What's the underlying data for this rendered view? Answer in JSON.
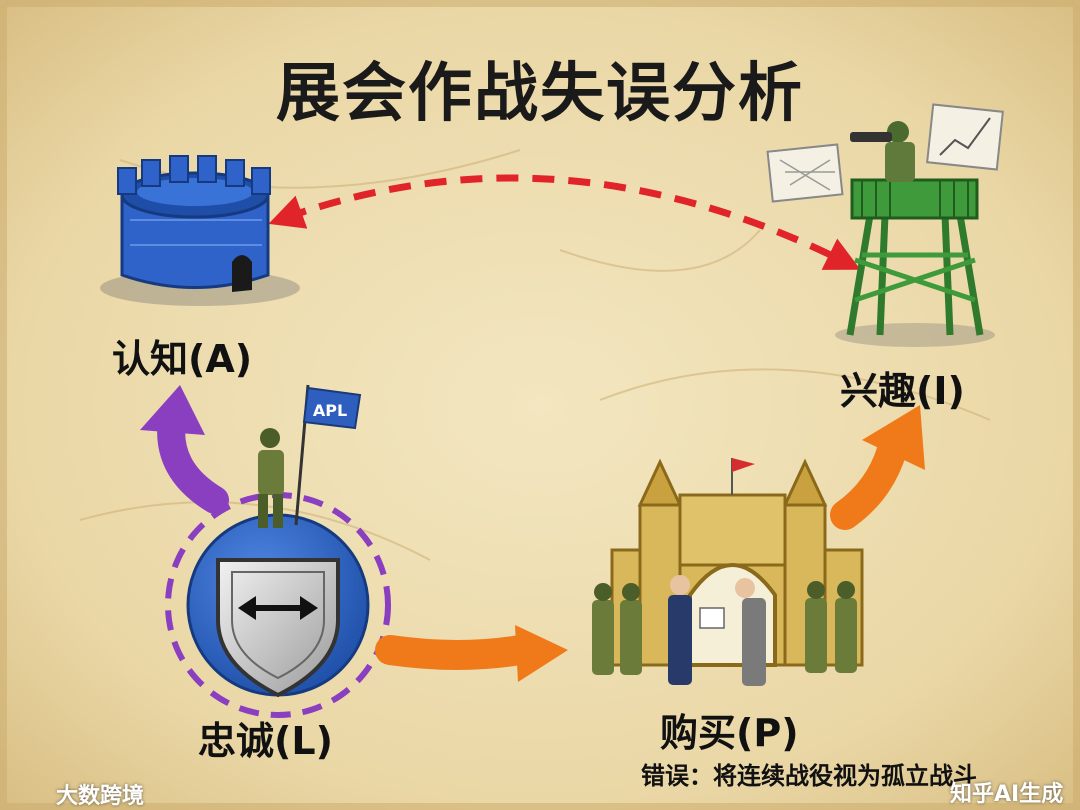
{
  "title": "展会作战失误分析",
  "nodes": {
    "awareness": {
      "label": "认知(A)"
    },
    "interest": {
      "label": "兴趣(I)"
    },
    "purchase": {
      "label": "购买(P)"
    },
    "loyalty": {
      "label": "忠诚(L)",
      "flag_text": "APL"
    }
  },
  "error_note": "错误：将连续战役视为孤立战斗",
  "watermarks": {
    "left": "大数跨境",
    "right": "知乎AI生成"
  },
  "colors": {
    "paper": "#efe0b6",
    "dashed_arrow": "#e0242a",
    "loyalty_arrow": "#8a3fc0",
    "flow_arrow": "#f07a1a",
    "fortress": "#2f63c9",
    "tower": "#3e9a3a",
    "castle": "#d8b85a"
  }
}
